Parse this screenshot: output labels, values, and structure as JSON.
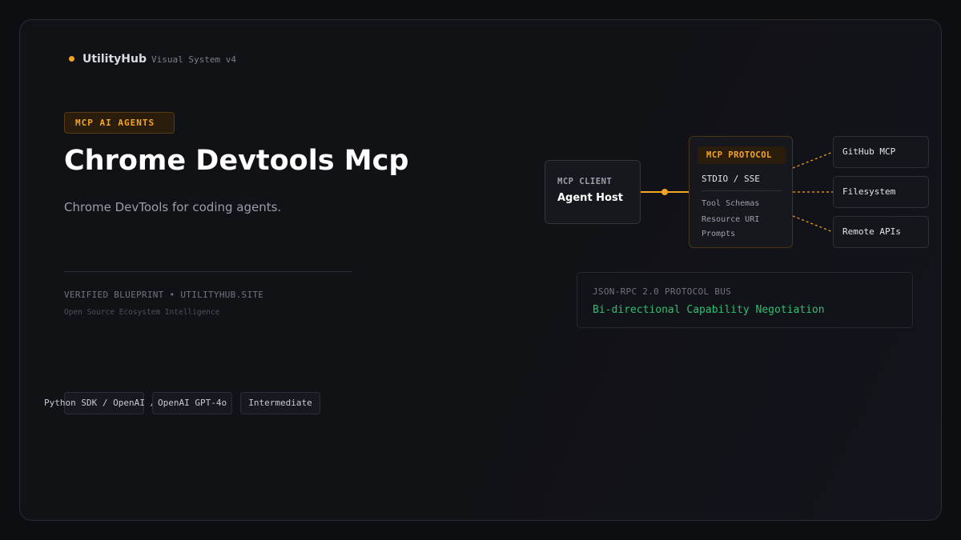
{
  "brand": {
    "name": "UtilityHub",
    "subtitle": "Visual System v4",
    "accent_color": "#f5a524"
  },
  "hero": {
    "tag": "MCP AI AGENTS",
    "title": "Chrome Devtools Mcp",
    "subtitle": "Chrome DevTools for coding agents."
  },
  "footer": {
    "verified": "VERIFIED BLUEPRINT • UTILITYHUB.SITE",
    "ecosystem": "Open Source Ecosystem Intelligence"
  },
  "chips": [
    "Python SDK / OpenAI /",
    "OpenAI GPT-4o",
    "Intermediate"
  ],
  "diagram": {
    "client": {
      "label": "MCP CLIENT",
      "name": "Agent Host"
    },
    "protocol": {
      "label": "MCP PROTOCOL",
      "transport": "STDIO / SSE",
      "items": [
        "Tool Schemas",
        "Resource URI",
        "Prompts"
      ]
    },
    "servers": [
      "GitHub MCP",
      "Filesystem",
      "Remote APIs"
    ],
    "bus": {
      "label": "JSON-RPC 2.0 PROTOCOL BUS",
      "text": "Bi-directional Capability Negotiation",
      "color": "#2fbf71"
    }
  }
}
